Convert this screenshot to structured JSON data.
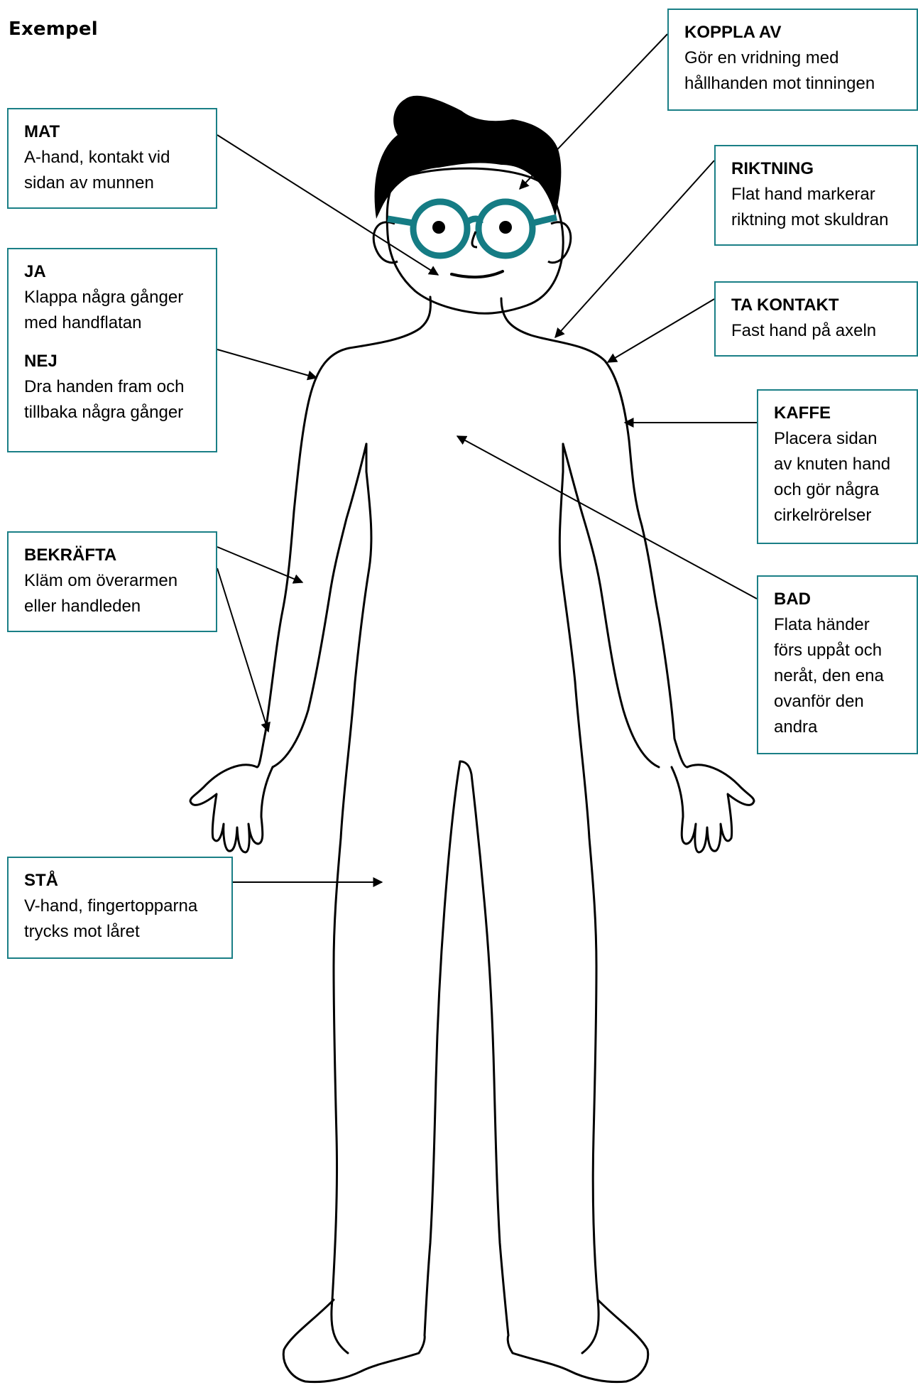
{
  "colors": {
    "box_border": "#1a7f86",
    "glasses": "#157c84",
    "outline": "#000000"
  },
  "title": "Exempel",
  "labels": {
    "koppla_av": {
      "title": "KOPPLA AV",
      "desc": "Gör en vridning med\nhållhanden mot tinningen"
    },
    "mat": {
      "title": "MAT",
      "desc": "A-hand, kontakt vid\nsidan av munnen"
    },
    "riktning": {
      "title": "RIKTNING",
      "desc": "Flat hand markerar\nriktning mot skuldran"
    },
    "ja": {
      "title": "JA",
      "desc": "Klappa några gånger\nmed handflatan"
    },
    "nej": {
      "title": "NEJ",
      "desc": "Dra handen fram och\ntillbaka några gånger"
    },
    "ta_kontakt": {
      "title": "TA KONTAKT",
      "desc": "Fast hand på axeln"
    },
    "kaffe": {
      "title": "KAFFE",
      "desc": "Placera sidan\nav knuten hand\noch gör några\ncirkelrörelser"
    },
    "bad": {
      "title": "BAD",
      "desc": "Flata händer\nförs uppåt och\nneråt, den ena\novanför den\nandra"
    },
    "bekrafta": {
      "title": "BEKRÄFTA",
      "desc": "Kläm om överarmen\neller handleden"
    },
    "sta": {
      "title": "STÅ",
      "desc": "V-hand, fingertopparna\ntrycks mot låret"
    }
  }
}
